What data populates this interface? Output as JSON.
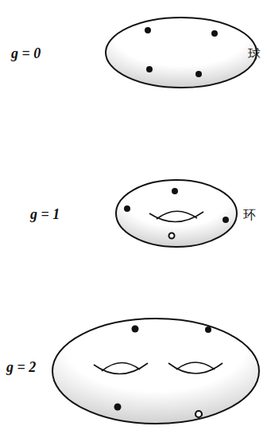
{
  "diagram": {
    "labels": [
      "g = 0",
      "球",
      "g = 1",
      "环",
      "g = 2"
    ]
  }
}
